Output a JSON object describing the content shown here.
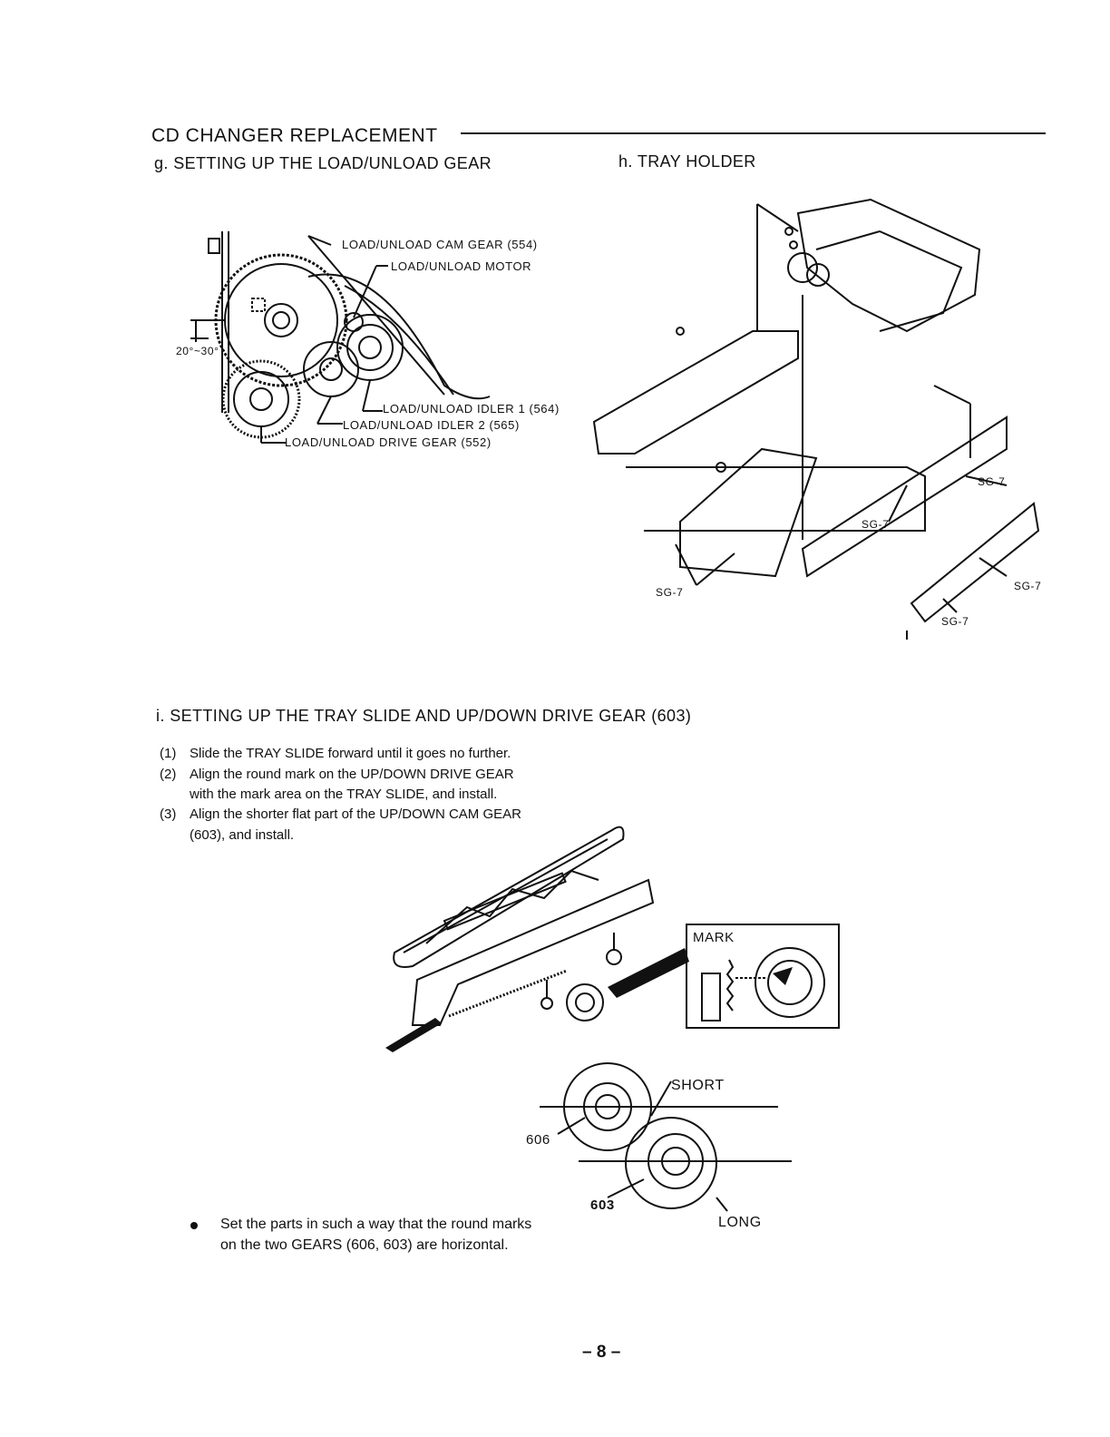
{
  "header": {
    "title": "CD CHANGER REPLACEMENT",
    "sub_g": "g.  SETTING UP THE LOAD/UNLOAD GEAR",
    "sub_h": "h.  TRAY HOLDER"
  },
  "figure_g": {
    "labels": {
      "cam_gear": "LOAD/UNLOAD  CAM GEAR  (554)",
      "motor": "LOAD/UNLOAD  MOTOR",
      "idler1": "LOAD/UNLOAD IDLER 1 (564)",
      "idler2": "LOAD/UNLOAD  IDLER 2 (565)",
      "drive_gear": "LOAD/UNLOAD  DRIVE  GEAR  (552)",
      "angle": "20°~30°"
    }
  },
  "figure_h": {
    "labels": [
      "SG-7",
      "SG-7",
      "SG-7",
      "SG-7",
      "SG-7"
    ]
  },
  "section_i": {
    "title": "i.   SETTING UP THE TRAY SLIDE AND UP/DOWN DRIVE GEAR (603)",
    "steps": [
      {
        "num": "(1)",
        "text": "Slide the TRAY SLIDE forward until it goes no further."
      },
      {
        "num": "(2)",
        "text": "Align the round mark on the UP/DOWN DRIVE GEAR"
      },
      {
        "num": "",
        "text": "with the mark area on the TRAY SLIDE, and install."
      },
      {
        "num": "(3)",
        "text": "Align the shorter flat part of the UP/DOWN CAM GEAR"
      },
      {
        "num": "",
        "text": "(603), and install."
      }
    ],
    "labels": {
      "mark": "MARK",
      "short": "SHORT",
      "long": "LONG",
      "gear606": "606",
      "gear603": "603"
    },
    "note_line1": "Set the parts in such a way that the round marks",
    "note_line2": "on the two GEARS (606, 603) are horizontal."
  },
  "footer": {
    "page_number": "– 8 –"
  }
}
